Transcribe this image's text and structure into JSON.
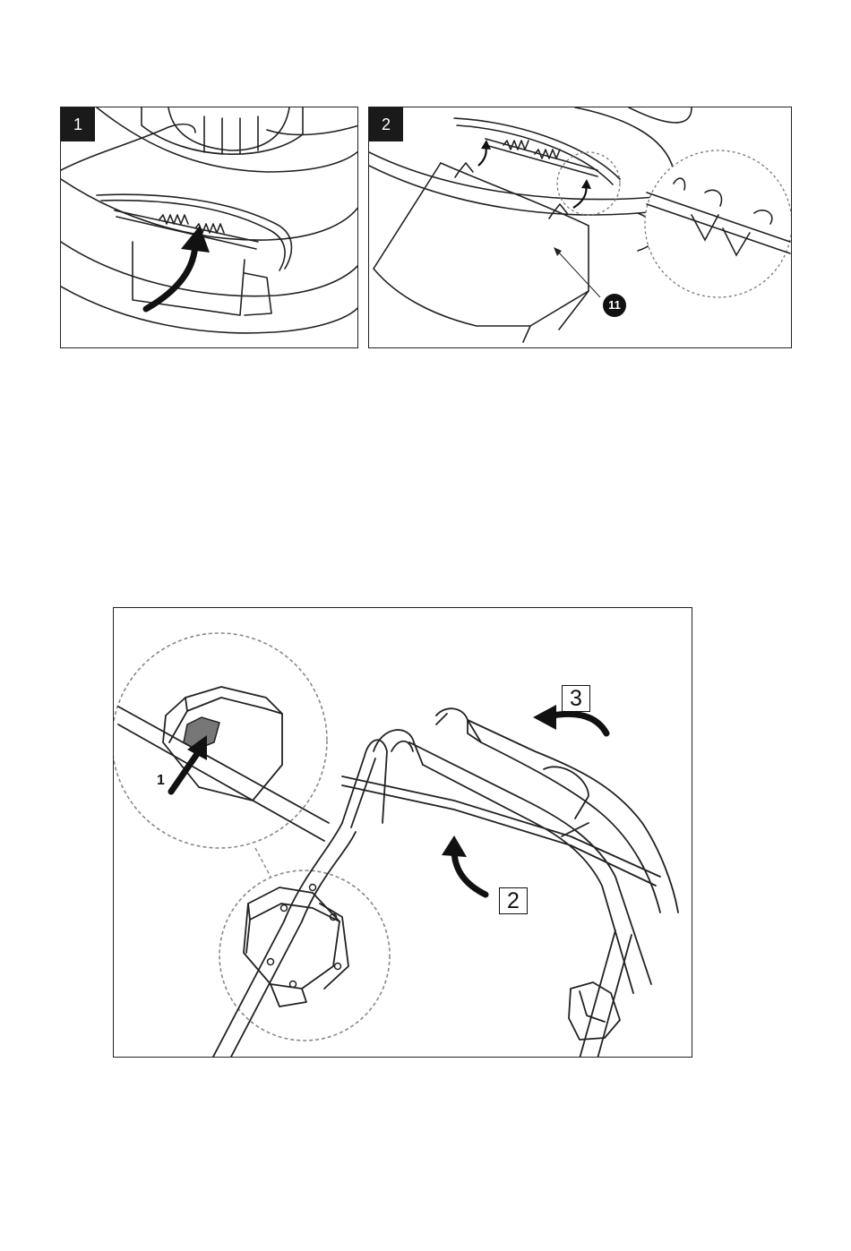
{
  "figures": [
    {
      "step": "1"
    },
    {
      "step": "2",
      "part_number": "11"
    },
    {
      "labels": {
        "press_button": "1",
        "fold_lower": "2",
        "fold_upper": "3"
      }
    }
  ]
}
